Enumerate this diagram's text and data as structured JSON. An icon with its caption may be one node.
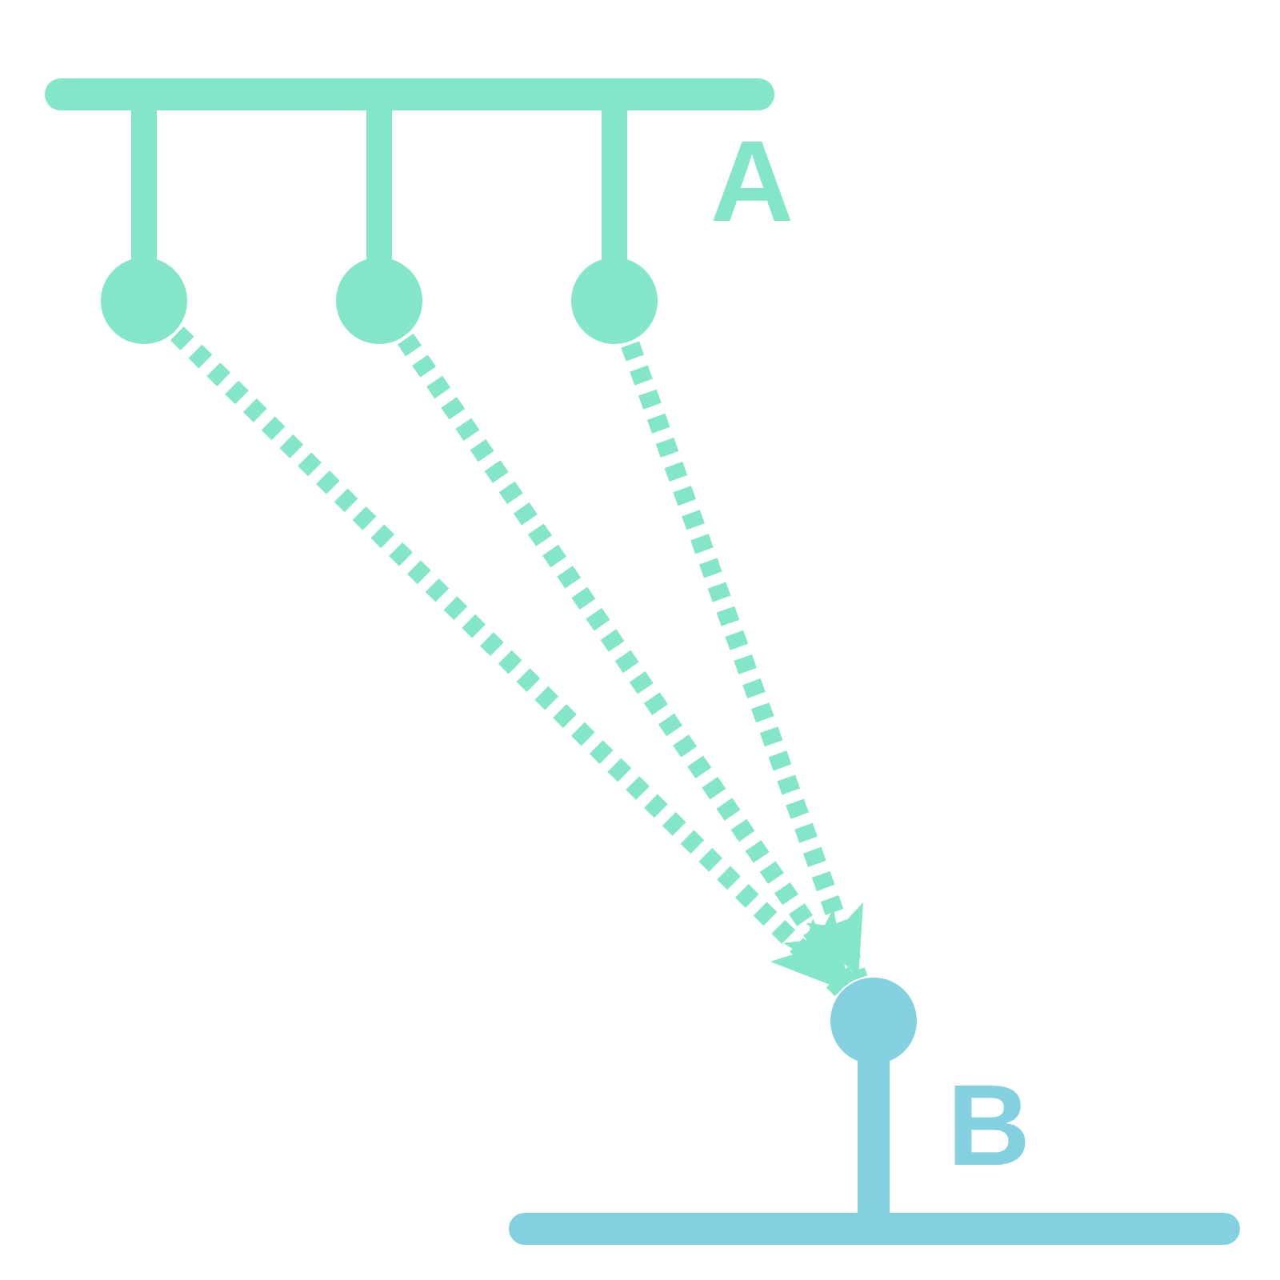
{
  "diagram": {
    "nodes": [
      {
        "text": [],
        "shape": "circle"
      },
      {
        "text": [],
        "shape": "circle"
      },
      {
        "text": [],
        "shape": "circle"
      },
      {
        "text": [],
        "shape": "circle"
      }
    ],
    "edges": [
      {
        "from": 0,
        "to": 3,
        "arrow": "to",
        "style": "dashed"
      },
      {
        "from": 1,
        "to": 3,
        "arrow": "to",
        "style": "dashed"
      },
      {
        "from": 2,
        "to": 3,
        "arrow": "to",
        "style": "dashed"
      }
    ],
    "labels": [
      "A",
      "B"
    ]
  }
}
